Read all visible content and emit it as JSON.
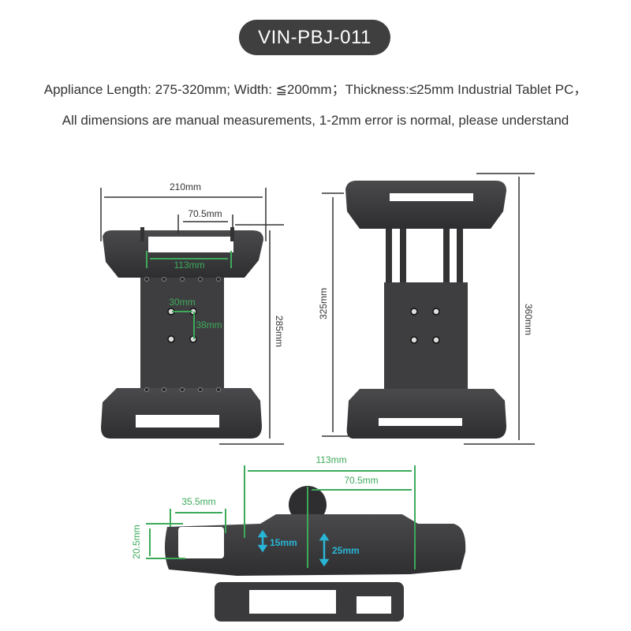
{
  "header": {
    "model": "VIN-PBJ-011",
    "spec_line": "Appliance Length: 275-320mm; Width: ≦200mm；Thickness:≤25mm Industrial Tablet PC，",
    "note_line": "All dimensions are manual measurements, 1-2mm error is normal, please understand"
  },
  "colors": {
    "pill_bg": "#3f3f3f",
    "text": "#333333",
    "green_dim": "#3daa5a",
    "cyan_dim": "#29b6d6",
    "product": "#3a3a3c"
  },
  "front_view": {
    "width_label": "210mm",
    "slot_label": "70.5mm",
    "inner_label": "113mm",
    "hole_h_label": "30mm",
    "hole_v_label": "38mm",
    "height_label": "285mm"
  },
  "extended_view": {
    "inner_height_label": "325mm",
    "outer_height_label": "360mm"
  },
  "bottom_view": {
    "width_label": "113mm",
    "offset_label": "70.5mm",
    "slot_w_label": "35.5mm",
    "slot_h_label": "20.5mm",
    "lip_label": "15mm",
    "depth_label": "25mm"
  }
}
